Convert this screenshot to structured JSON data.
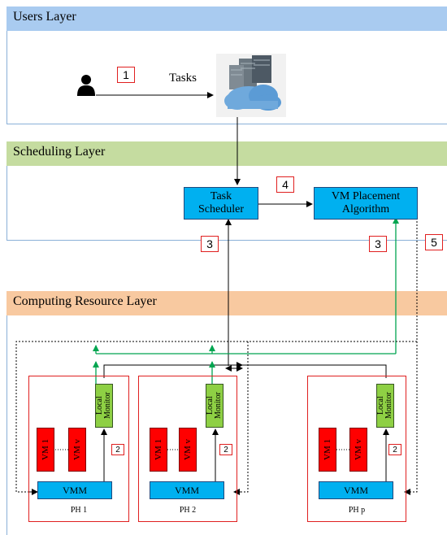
{
  "layers": {
    "users": {
      "title": "Users Layer",
      "color": "#a9cbf0"
    },
    "scheduling": {
      "title": "Scheduling Layer",
      "color": "#c5dca0"
    },
    "computing": {
      "title": "Computing Resource Layer",
      "color": "#f8c9a0"
    }
  },
  "users_layer": {
    "tasks_label": "Tasks",
    "step_badge": "1"
  },
  "scheduling_layer": {
    "task_scheduler": {
      "line1": "Task",
      "line2": "Scheduler"
    },
    "vm_placement": {
      "line1": "VM Placement",
      "line2": "Algorithm"
    },
    "badge_between": "4",
    "badge_left": "3",
    "badge_right": "3",
    "badge_far_right": "5"
  },
  "hosts": [
    {
      "name": "PH 1",
      "vm_first": "VM 1",
      "vm_last": "VM v",
      "vmm": "VMM",
      "monitor": "Local Monitor",
      "badge": "2"
    },
    {
      "name": "PH 2",
      "vm_first": "VM 1",
      "vm_last": "VM v",
      "vmm": "VMM",
      "monitor": "Local Monitor",
      "badge": "2"
    },
    {
      "name": "PH p",
      "vm_first": "VM 1",
      "vm_last": "VM v",
      "vmm": "VMM",
      "monitor": "Local Monitor",
      "badge": "2"
    }
  ],
  "colors": {
    "scheduler_fill": "#00b0f0",
    "monitor_fill": "#8ed044",
    "vm_fill": "#ff0000",
    "host_border": "#e02020",
    "feedback_arrow": "#00a550"
  }
}
